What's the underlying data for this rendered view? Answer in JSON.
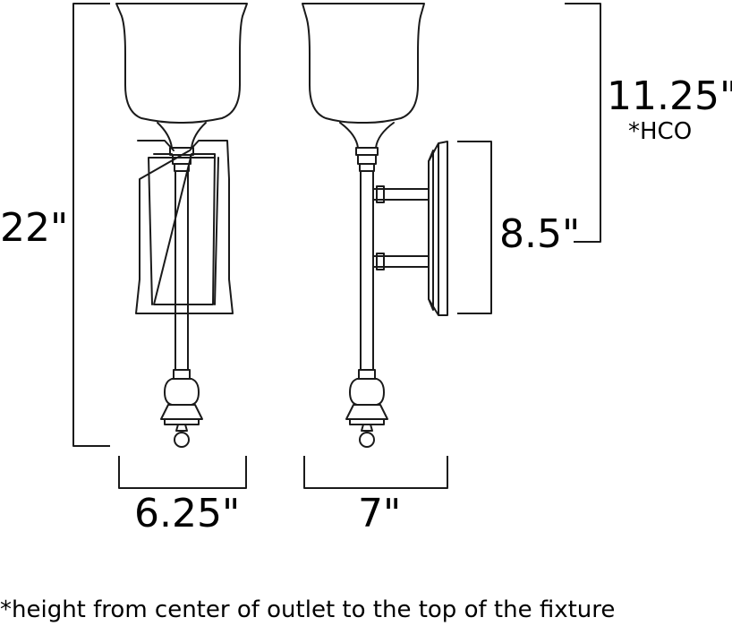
{
  "dimensions": {
    "height_total": "22\"",
    "width_front": "6.25\"",
    "depth_side": "7\"",
    "hco_value": "11.25\"",
    "hco_tag": "*HCO",
    "backplate_height": "8.5\""
  },
  "footnote": "*height from center of outlet to the top of the fixture",
  "colors": {
    "line": "#1a1a1a",
    "background": "#ffffff"
  }
}
